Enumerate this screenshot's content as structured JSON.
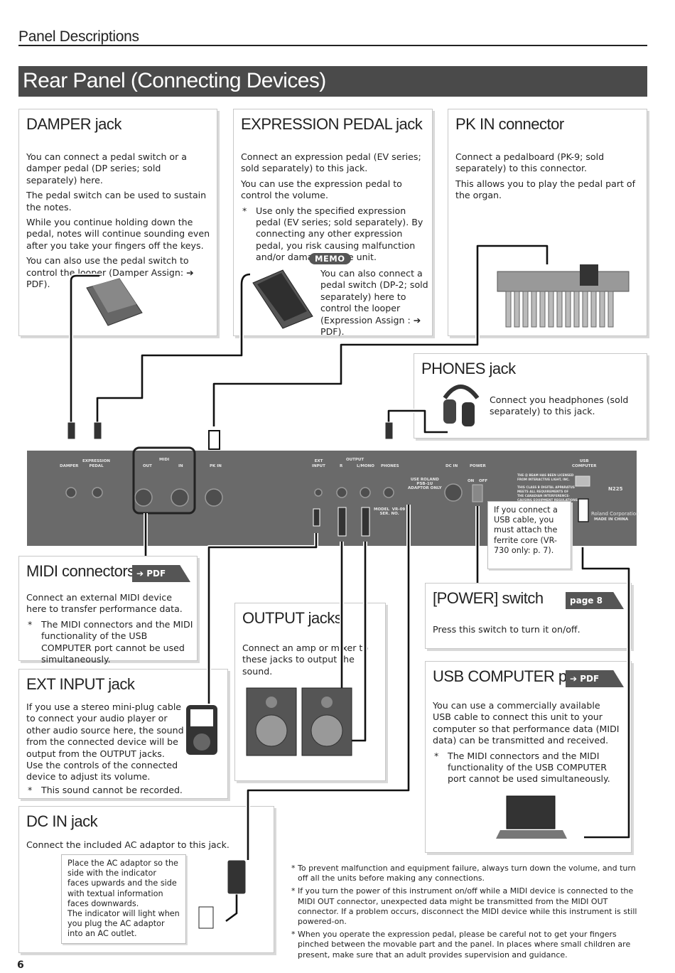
{
  "header": {
    "section": "Panel Descriptions",
    "banner": "Rear Panel (Connecting Devices)"
  },
  "damper": {
    "title": "DAMPER jack",
    "p1": "You can connect a pedal switch or a damper pedal (DP series; sold separately) here.",
    "p2": "The pedal switch can be used to sustain the notes.",
    "p3": "While you continue holding down the pedal, notes will continue sounding even after you take your fingers off the keys.",
    "p4": "You can also use the pedal switch to control the looper (Damper Assign: ➔ PDF)."
  },
  "expression": {
    "title": "EXPRESSION PEDAL jack",
    "p1": "Connect an expression pedal (EV series; sold separately) to this jack.",
    "p2": "You can use the expression pedal to control the volume.",
    "note_mark": "*",
    "note": "Use only the specified expression pedal (EV series; sold separately). By connecting any other expression pedal, you risk causing malfunction and/or damage to the unit.",
    "memo_label": "MEMO",
    "memo": "You can also connect a pedal switch (DP-2; sold separately) here to control the looper (Expression Assign : ➔ PDF)."
  },
  "pkin": {
    "title": "PK IN connector",
    "p1": "Connect a pedalboard (PK-9; sold separately) to this connector.",
    "p2": "This allows you to play the pedal part of the organ."
  },
  "phones": {
    "title": "PHONES jack",
    "p1": "Connect you headphones (sold separately) to this jack."
  },
  "panel_labels": {
    "damper": "DAMPER",
    "expression": "EXPRESSION\nPEDAL",
    "midi": "MIDI",
    "midi_out": "OUT",
    "midi_in": "IN",
    "pk_in": "PK IN",
    "ext_input": "EXT\nINPUT",
    "output": "OUTPUT",
    "output_r": "R",
    "output_l": "L/MONO",
    "phones": "PHONES",
    "dc_in": "DC IN",
    "power": "POWER",
    "on": "ON",
    "off": "OFF",
    "usb": "USB\nCOMPUTER",
    "adaptor": "USE ROLAND\nPSB-1U\nADAPTOR ONLY",
    "model": "MODEL  VR-09\nSER. NO.",
    "roland": "Roland Corporation",
    "made": "MADE IN CHINA",
    "n225": "N225",
    "regulatory": "THE Ⓜ BEAM HAS BEEN LICENSED\nFROM INTERACTIVE LIGHT, INC.\n\nTHIS CLASS B DIGITAL APPARATUS\nMEETS ALL REQUIREMENTS OF\nTHE CANADIAN INTERFERENCE-\nCAUSING EQUIPMENT REGULATIONS."
  },
  "usb_callout": "If you connect a USB cable, you must attach the ferrite core (VR-730 only: p. 7).",
  "midi": {
    "title": "MIDI connectors",
    "tag": "➔ PDF",
    "p1": "Connect an external MIDI device here to transfer performance data.",
    "note_mark": "*",
    "note": "The MIDI connectors and the MIDI functionality of the USB COMPUTER port cannot be used simultaneously."
  },
  "output": {
    "title": "OUTPUT jacks",
    "p1": "Connect an amp or mixer to these jacks to output the sound."
  },
  "power": {
    "title": "[POWER] switch",
    "tag": "page 8",
    "p1": "Press this switch to turn it on/off."
  },
  "extinput": {
    "title": "EXT INPUT jack",
    "p1": "If you use a stereo mini-plug cable to connect your audio player or other audio source here, the sound from the connected device will be output from the OUTPUT jacks. Use the controls of the connected device to adjust its volume.",
    "note_mark": "*",
    "note": "This sound cannot be recorded."
  },
  "usbport": {
    "title": "USB COMPUTER port",
    "tag": "➔ PDF",
    "p1": "You can use a commercially available USB cable to connect this unit to your computer so that performance data (MIDI data) can be transmitted and received.",
    "note_mark": "*",
    "note": "The MIDI connectors and the MIDI functionality of the USB COMPUTER port cannot be used simultaneously."
  },
  "dcin": {
    "title": "DC IN jack",
    "p1": "Connect the included AC adaptor to this jack.",
    "callout": "Place the AC adaptor so the side with the indicator faces upwards and the side with textual information faces downwards.\nThe indicator will light when you plug the AC adaptor into an AC outlet."
  },
  "footnotes": [
    {
      "mark": "*",
      "text": "To prevent malfunction and equipment failure, always turn down the volume, and turn off all the units before making any connections."
    },
    {
      "mark": "*",
      "text": "If you turn the power of this instrument on/off while a MIDI device is connected to the MIDI OUT connector, unexpected data might be transmitted from the MIDI OUT connector. If a problem occurs, disconnect the MIDI device while this instrument is still powered-on."
    },
    {
      "mark": "*",
      "text": "When you operate the expression pedal, please be careful not to get your fingers pinched between the movable part and the panel. In places where small children are present, make sure that an adult provides supervision and guidance."
    }
  ],
  "page_number": "6",
  "colors": {
    "banner": "#4a4a4a",
    "panel": "#6a6a6a",
    "tag": "#555555",
    "text": "#222222"
  }
}
